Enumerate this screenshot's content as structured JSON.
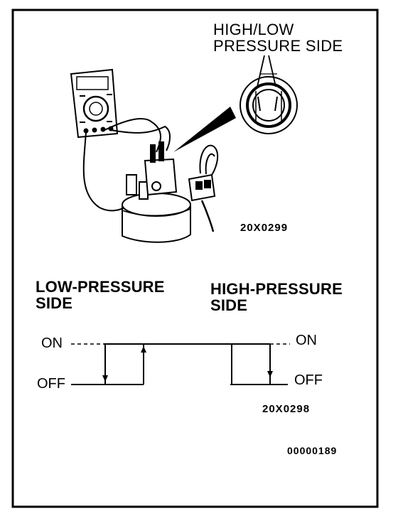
{
  "figure": {
    "top_label": "HIGH/LOW\nPRESSURE SIDE",
    "photo_code": "20X0299",
    "low_side_label": "LOW-PRESSURE\nSIDE",
    "high_side_label": "HIGH-PRESSURE\nSIDE",
    "on_label": "ON",
    "off_label": "OFF",
    "graph_code": "20X0298",
    "figure_code": "00000189"
  }
}
